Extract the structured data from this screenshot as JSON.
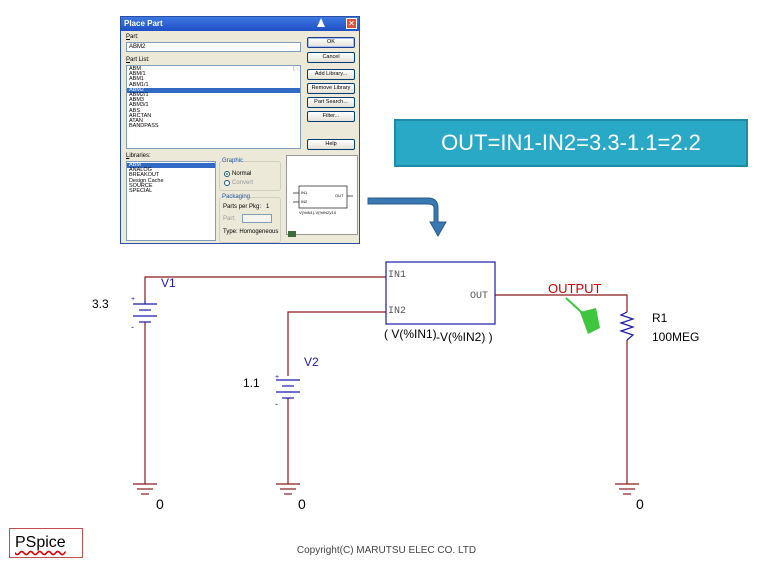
{
  "dialog": {
    "title": "Place Part",
    "close_glyph": "✕",
    "part_label": "Part:",
    "part_value": "ABM2",
    "part_list_label": "Part List:",
    "part_list": [
      "ABM",
      "ABM/1",
      "ABM1",
      "ABM1/1",
      "ABM2",
      "ABM2/1",
      "ABM3",
      "ABM3/1",
      "ABS",
      "ARCTAN",
      "ATAN",
      "BANDPASS"
    ],
    "part_list_selected": 4,
    "buttons": [
      "OK",
      "Cancel",
      "Add Library...",
      "Remove Library",
      "Part Search...",
      "Filter...",
      "Help"
    ],
    "libraries_label": "Libraries:",
    "libraries": [
      "ABM",
      "ANALOG",
      "BREAKOUT",
      "Design Cache",
      "SOURCE",
      "SPECIAL"
    ],
    "libraries_selected": 0,
    "graphic_label": "Graphic",
    "graphic_normal": "Normal",
    "graphic_convert": "Convert",
    "packaging_label": "Packaging",
    "parts_per_pkg_label": "Parts per Pkg:",
    "parts_per_pkg_value": "1",
    "part_sel_label": "Part:",
    "type_label": "Type: Homogeneous",
    "preview_in1": "IN1",
    "preview_in2": "IN2",
    "preview_out": "OUT",
    "preview_expr": "V(%IN1)-V(%IN2)/10"
  },
  "banner": {
    "text": "OUT=IN1-IN2=3.3-1.1=2.2"
  },
  "schematic": {
    "v1_name": "V1",
    "v1_value": "3.3",
    "v2_name": "V2",
    "v2_value": "1.1",
    "block_in1": "IN1",
    "block_in2": "IN2",
    "block_out": "OUT",
    "block_expr_a": "( V(%IN1)",
    "block_expr_b": "-V(%IN2) )",
    "net_label": "OUTPUT",
    "probe_label": "V",
    "r1_name": "R1",
    "r1_value": "100MEG",
    "ground_label": "0"
  },
  "footer": "Copyright(C) MARUTSU ELEC CO. LTD",
  "badge": "PSpice",
  "colors": {
    "wire": "#8b1a1a",
    "component": "#1a1aa6",
    "net_label": "#cc0000",
    "probe": "#3ec63e",
    "banner": "#2aa9c6",
    "arrow": "#3a78b4"
  }
}
